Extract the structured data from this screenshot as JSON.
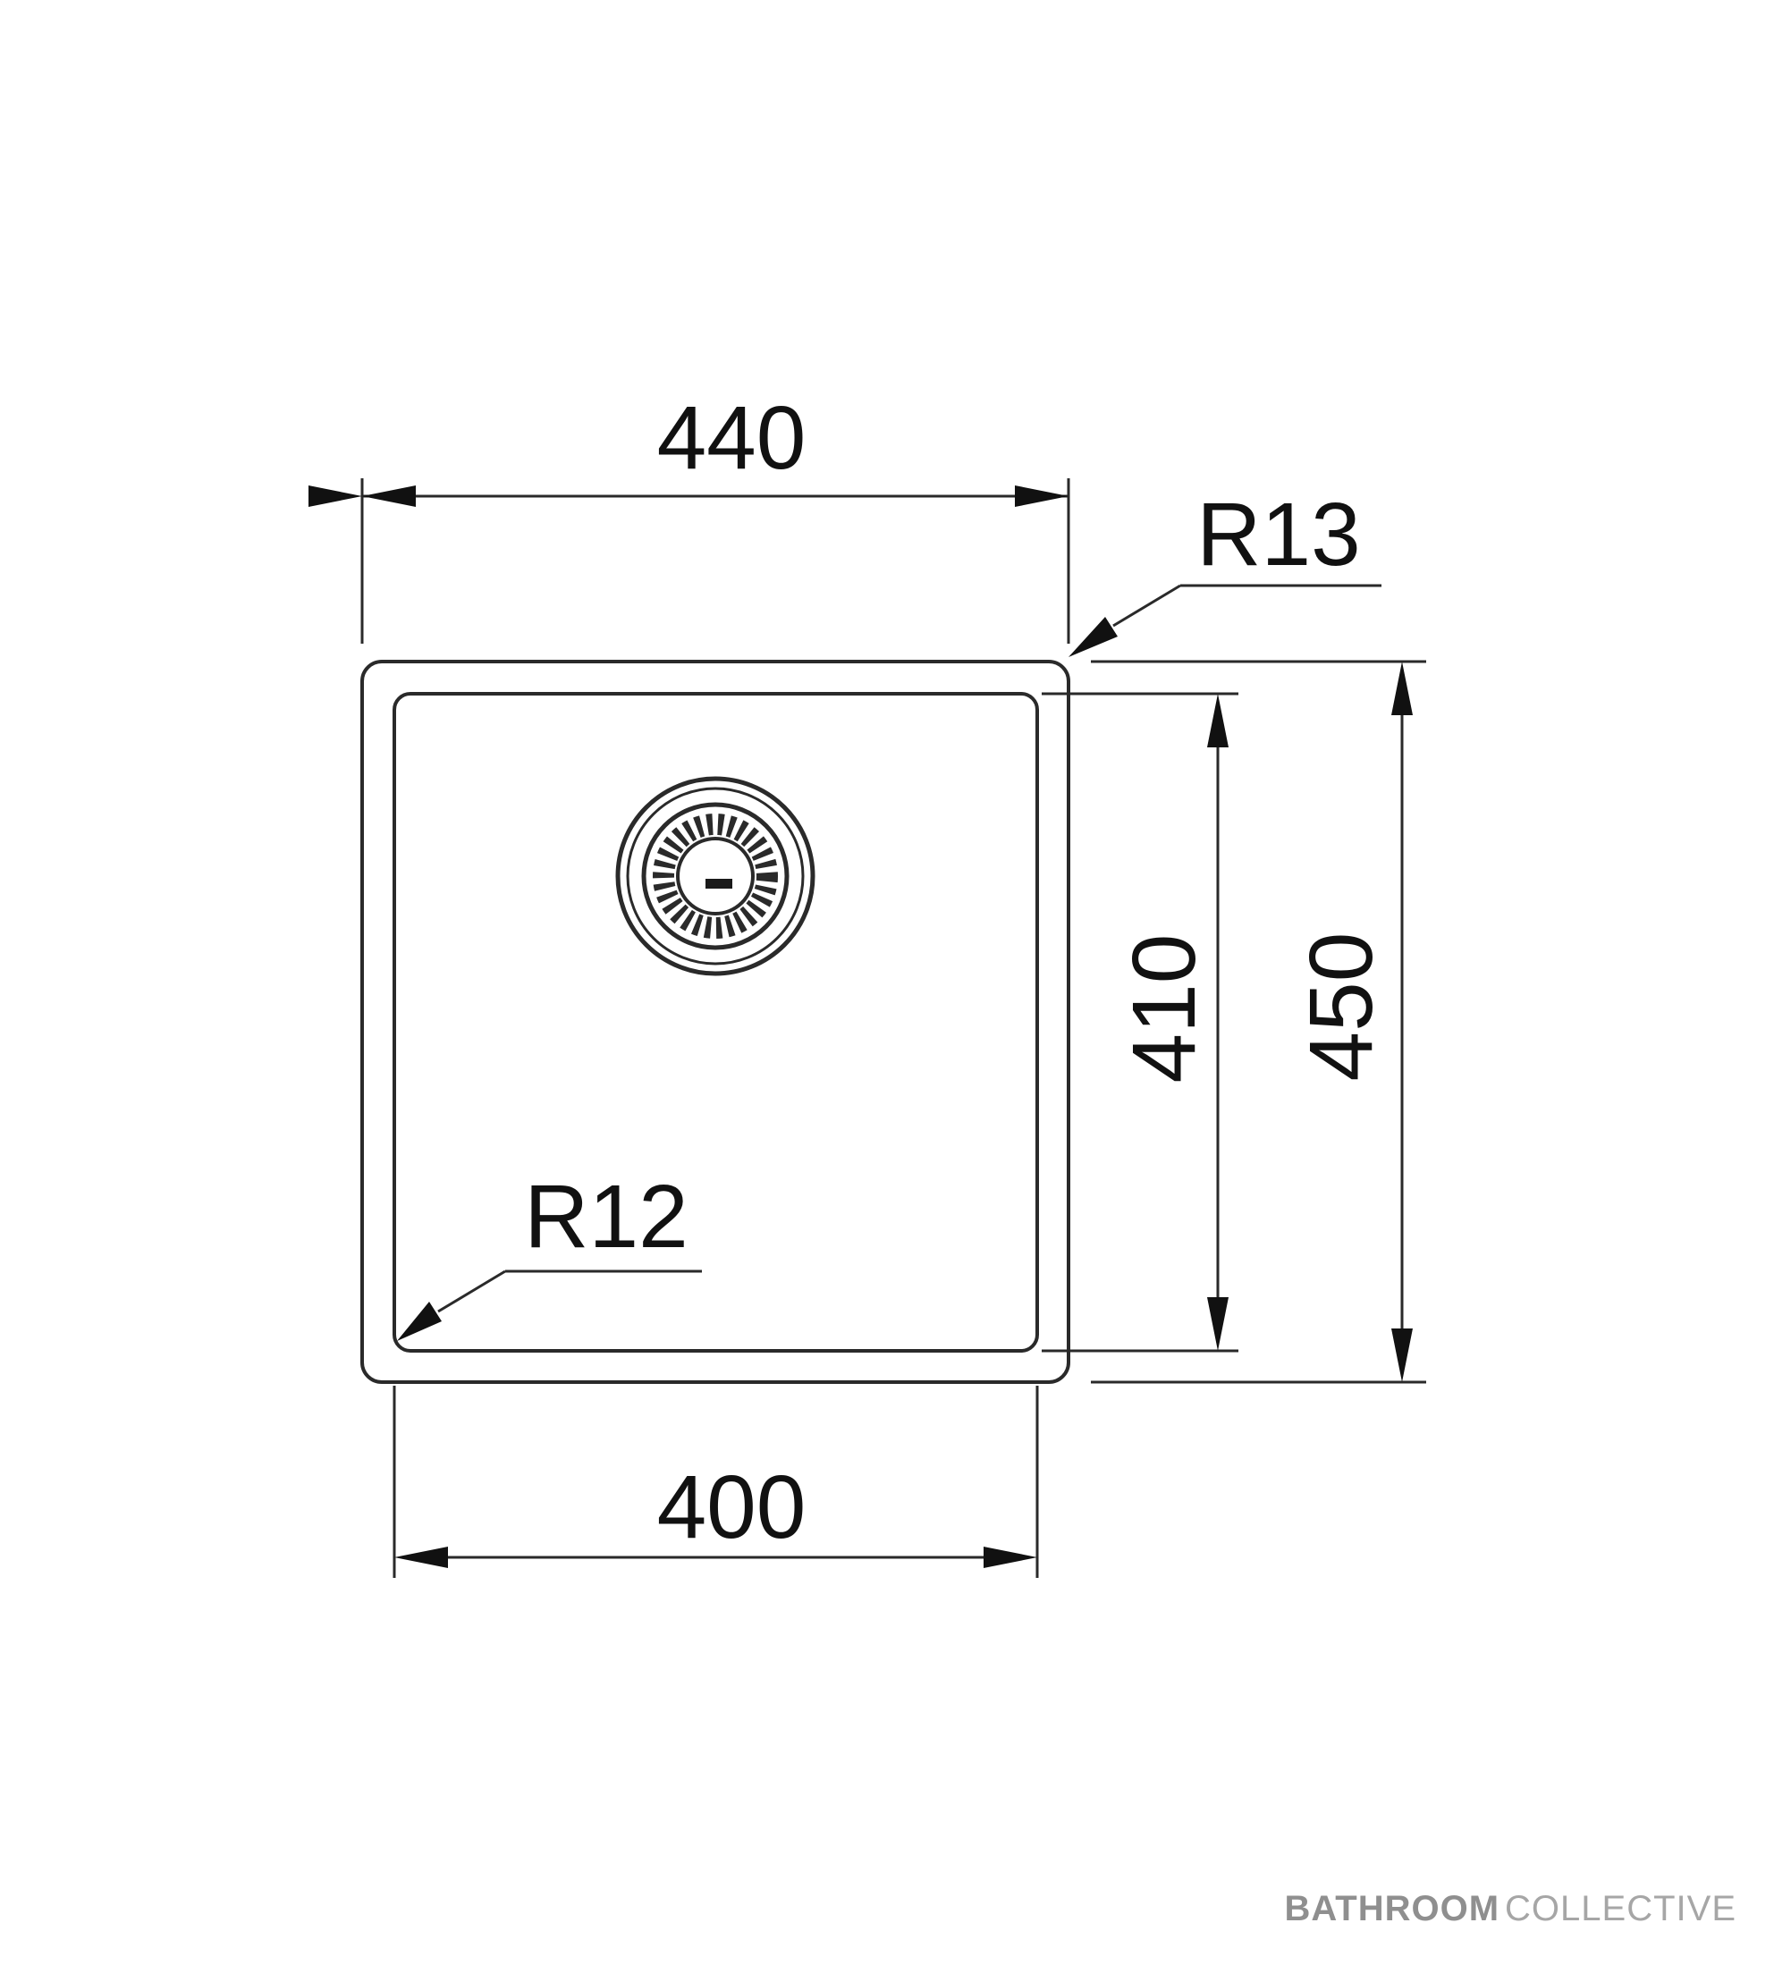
{
  "dimensions": {
    "overall_width": "440",
    "inner_width": "400",
    "inner_depth": "410",
    "overall_depth": "450",
    "outer_radius": "R13",
    "inner_radius": "R12"
  },
  "brand": {
    "bold": "BATHROOM",
    "light": "COLLECTIVE"
  },
  "colors": {
    "line": "#2a2a2a",
    "text": "#111111",
    "brand": "#999999"
  }
}
